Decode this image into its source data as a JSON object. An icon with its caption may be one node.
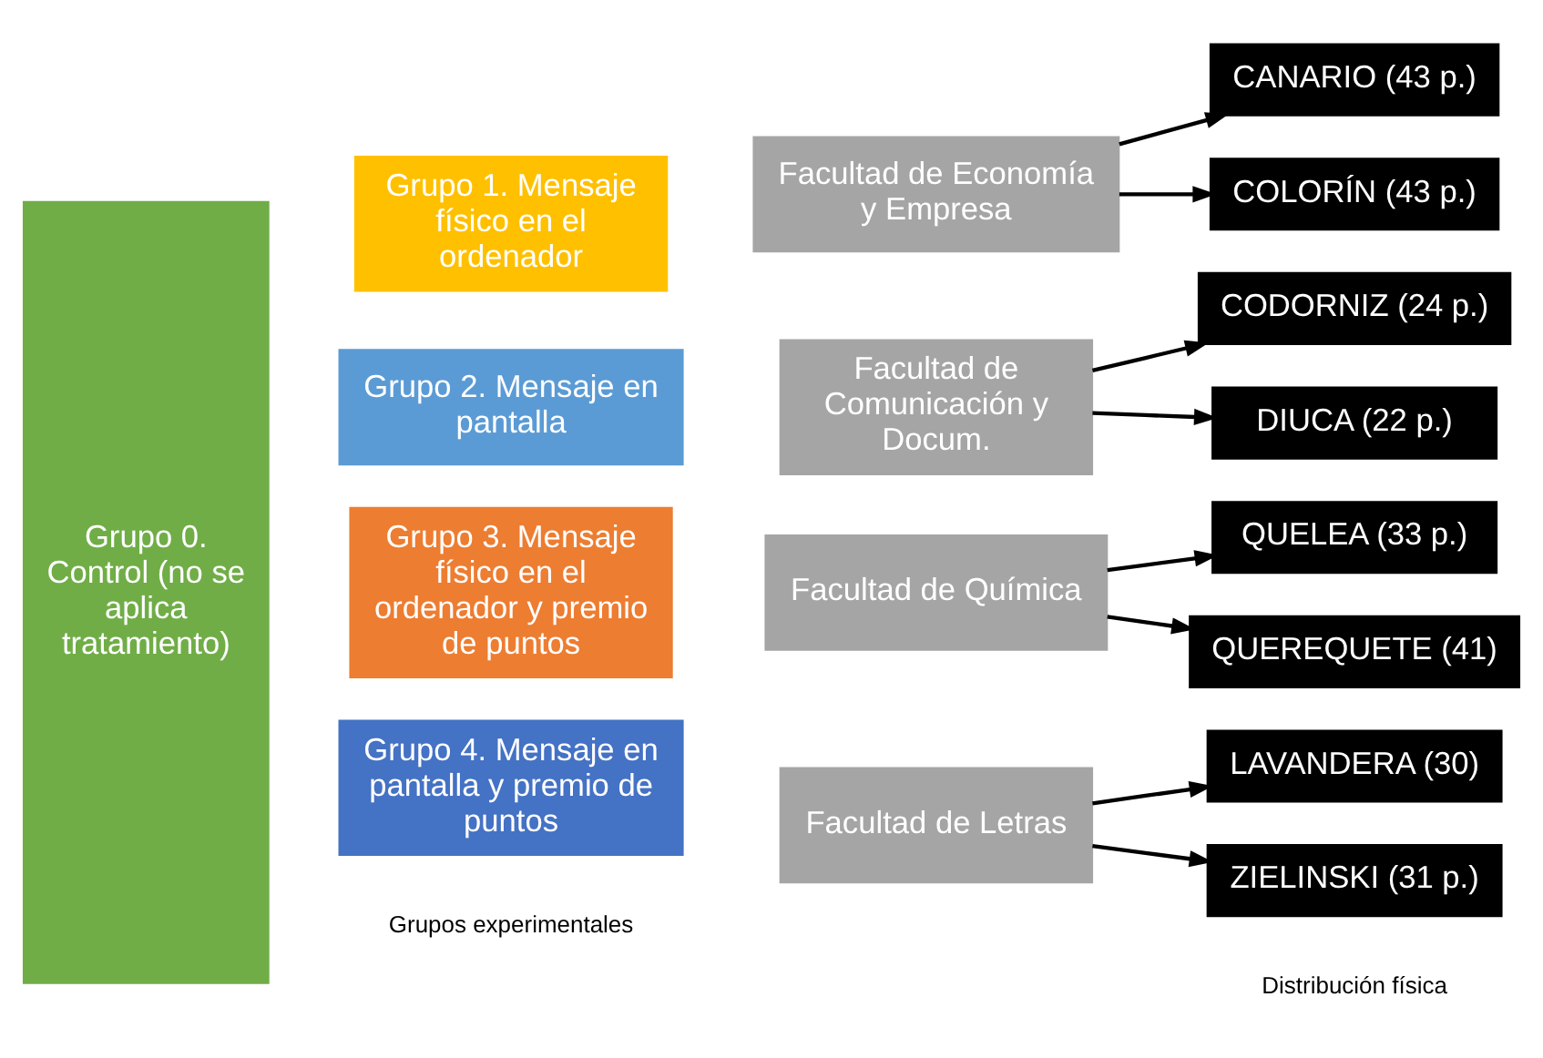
{
  "diagram": {
    "nodes": [
      {
        "text": [
          "Grupo 0. Control (no se aplica tratamiento)"
        ]
      },
      {
        "text": [
          "Grupo 1. Mensaje físico en el ordenador"
        ]
      },
      {
        "text": [
          "Grupo 2. Mensaje en pantalla"
        ]
      },
      {
        "text": [
          "Grupo 3. Mensaje físico en el ordenador y premio de puntos"
        ]
      },
      {
        "text": [
          "Grupo 4. Mensaje en pantalla y premio de puntos"
        ]
      },
      {
        "text": [
          "Facultad de Economía y Empresa"
        ]
      },
      {
        "text": [
          "Facultad de Comunicación y Docum."
        ]
      },
      {
        "text": [
          "Facultad de Química"
        ]
      },
      {
        "text": [
          "Facultad de Letras"
        ]
      },
      {
        "text": [
          "CANARIO (43 p.)"
        ]
      },
      {
        "text": [
          "COLORÍN (43 p.)"
        ]
      },
      {
        "text": [
          "CODORNIZ (24 p.)"
        ]
      },
      {
        "text": [
          "DIUCA (22 p.)"
        ]
      },
      {
        "text": [
          "QUELEA (33 p.)"
        ]
      },
      {
        "text": [
          "QUEREQUETE (41)"
        ]
      },
      {
        "text": [
          "LAVANDERA (30)"
        ]
      },
      {
        "text": [
          "ZIELINSKI (31 p.)"
        ]
      }
    ],
    "edges": [
      {
        "from": 5,
        "to": 9,
        "arrow": "to"
      },
      {
        "from": 5,
        "to": 10,
        "arrow": "to"
      },
      {
        "from": 6,
        "to": 11,
        "arrow": "to"
      },
      {
        "from": 6,
        "to": 12,
        "arrow": "to"
      },
      {
        "from": 7,
        "to": 13,
        "arrow": "to"
      },
      {
        "from": 7,
        "to": 14,
        "arrow": "to"
      },
      {
        "from": 8,
        "to": 15,
        "arrow": "to"
      },
      {
        "from": 8,
        "to": 16,
        "arrow": "to"
      }
    ],
    "labels": [
      "Grupos experimentales",
      "Distribución física"
    ]
  }
}
